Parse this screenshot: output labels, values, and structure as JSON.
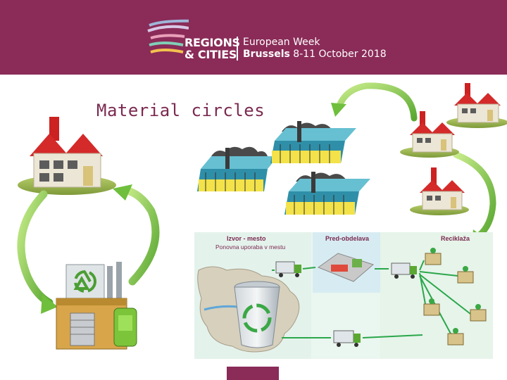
{
  "header": {
    "logo_line1": "REGIONS",
    "logo_line2": "& CITIES",
    "event_line1": "European Week",
    "event_city": "Brussels",
    "event_dates": "8-11 October 2018",
    "background_color": "#8a2b58"
  },
  "slide": {
    "title": "Material circles"
  },
  "panel": {
    "source_title": "Izvor - mesto",
    "source_subtitle": "Ponovna uporaba v mestu",
    "preprocess_title": "Pred-obdelava",
    "recycling_title": "Reciklaža"
  },
  "icons": [
    "factory-icon",
    "industrial-building-icon",
    "recycling-plant-icon",
    "recycle-bin-icon",
    "recycling-truck-icon",
    "cycle-arrow-icon"
  ]
}
